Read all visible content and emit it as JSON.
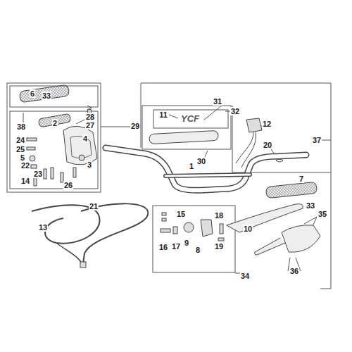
{
  "diagram": {
    "labels": [
      "6",
      "33",
      "38",
      "2",
      "28",
      "27",
      "4",
      "29",
      "24",
      "25",
      "5",
      "22",
      "23",
      "14",
      "3",
      "26",
      "11",
      "YCF",
      "31",
      "32",
      "30",
      "12",
      "37",
      "20",
      "1",
      "7",
      "33",
      "13",
      "21",
      "15",
      "18",
      "35",
      "16",
      "17",
      "9",
      "8",
      "19",
      "10",
      "34",
      "36"
    ]
  }
}
